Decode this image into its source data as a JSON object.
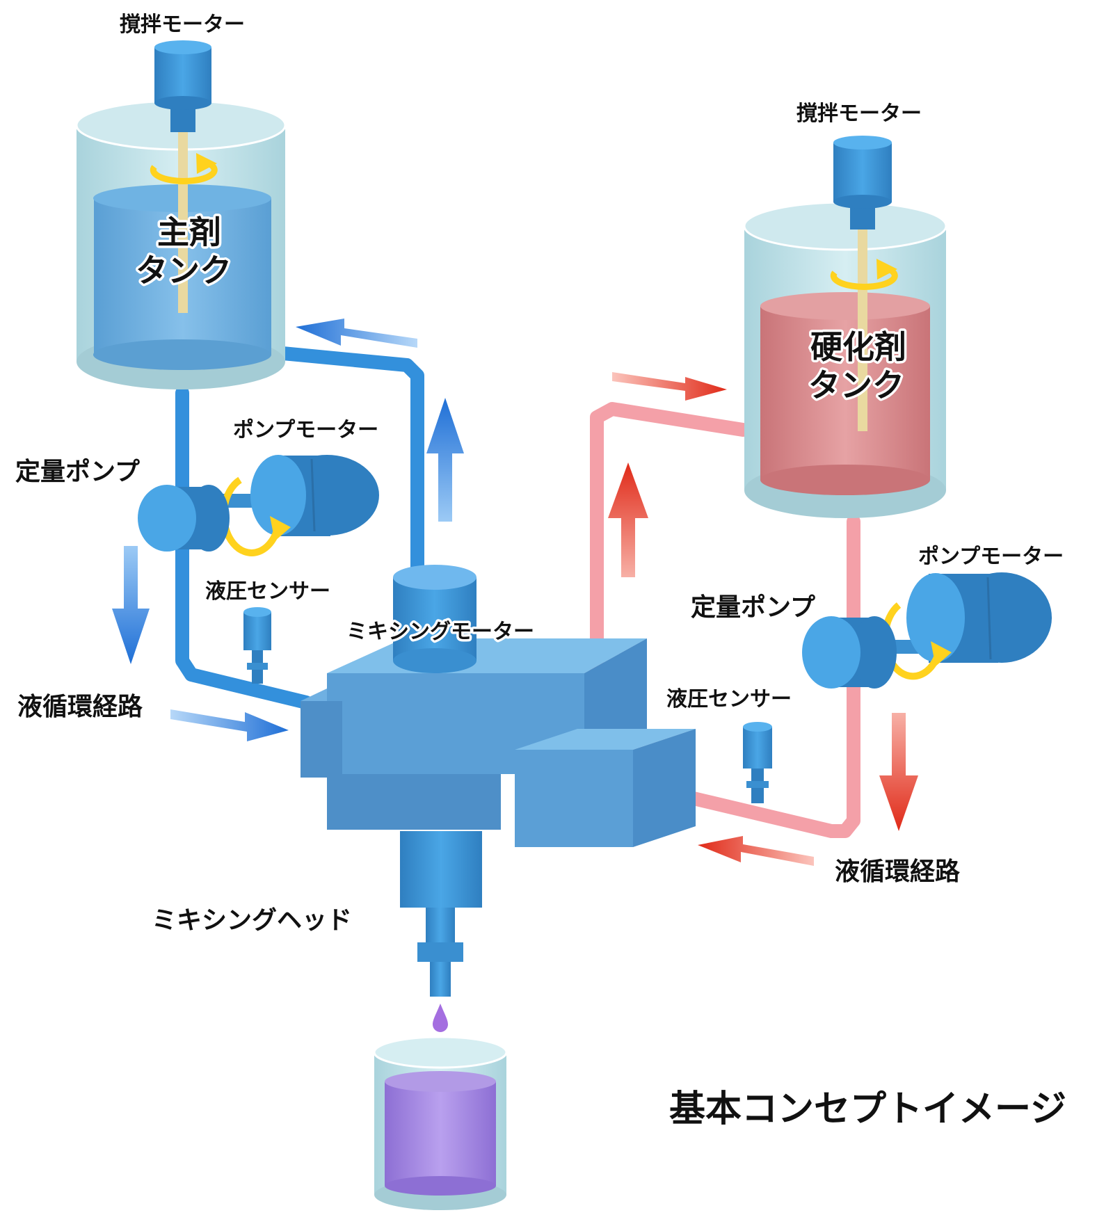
{
  "labels": {
    "stir_motor_left": "撹拌モーター",
    "main_tank_line1": "主剤",
    "main_tank_line2": "タンク",
    "pump_motor_left": "ポンプモーター",
    "metering_pump_left": "定量ポンプ",
    "pressure_sensor_left": "液圧センサー",
    "circulation_left": "液循環経路",
    "mixing_motor": "ミキシングモーター",
    "mixing_head": "ミキシングヘッド",
    "stir_motor_right": "撹拌モーター",
    "hardener_tank_line1": "硬化剤",
    "hardener_tank_line2": "タンク",
    "pump_motor_right": "ポンプモーター",
    "metering_pump_right": "定量ポンプ",
    "pressure_sensor_right": "液圧センサー",
    "circulation_right": "液循環経路",
    "concept_title": "基本コンセプトイメージ"
  },
  "colors": {
    "blue_part": "#3a9ad9",
    "blue_pipe": "#3390dc",
    "pink_pipe": "#f4a0a8",
    "tank_shell": "#bfe3ea",
    "main_fluid": "#6aaee0",
    "hardener_fluid": "#d98a8e",
    "mixed_fluid": "#a78be0",
    "rotation_arrow": "#ffd21e",
    "flow_blue": "#2f7fe0",
    "flow_red": "#e8351f"
  }
}
